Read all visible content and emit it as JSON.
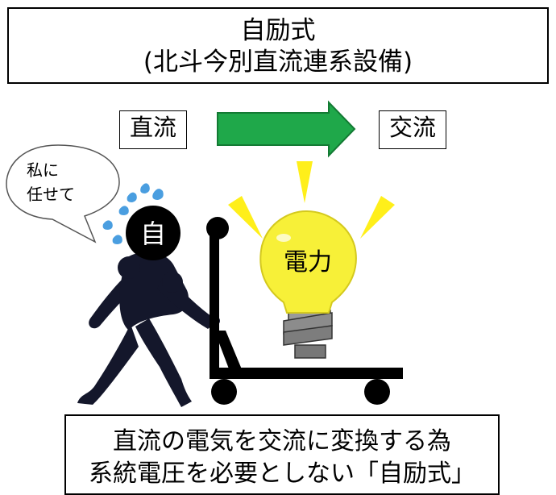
{
  "title": {
    "line1": "自励式",
    "line2": "(北斗今別直流連系設備)"
  },
  "flow": {
    "from_label": "直流",
    "to_label": "交流"
  },
  "speech_bubble": {
    "line1": "私に",
    "line2": "任せて"
  },
  "character_label": "自",
  "bulb_label": "電力",
  "caption": {
    "line1": "直流の電気を交流に変換する為",
    "line2": "系統電圧を必要としない「自励式」"
  },
  "colors": {
    "arrow_green": "#1fa84a",
    "bulb_yellow": "#f7f038",
    "ray_yellow": "#ffef1a",
    "drops_blue": "#4a9ee0",
    "figure_dark": "#14172b",
    "cart_black": "#000000"
  }
}
